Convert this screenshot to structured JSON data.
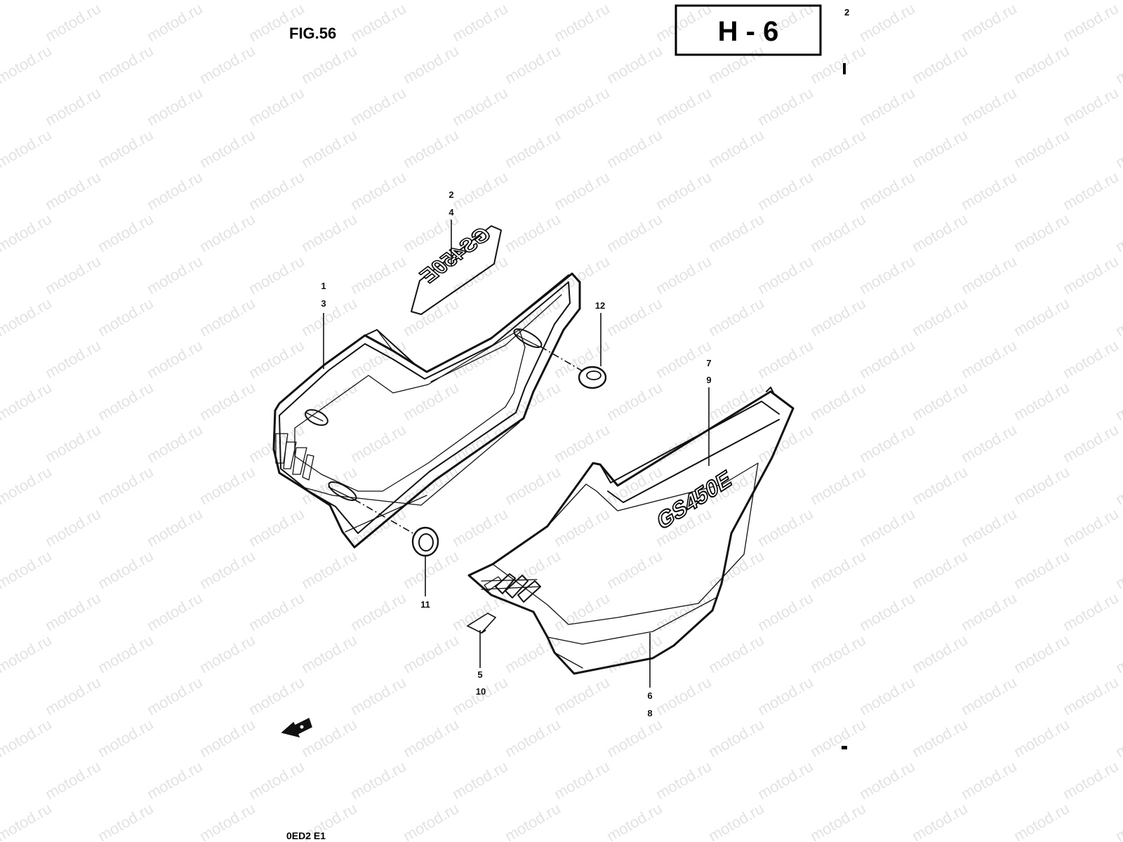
{
  "figure": {
    "fig_label": "FIG.56",
    "section_code": "H - 6",
    "footer_code": "0ED2 E1",
    "right_edge_mark": "2"
  },
  "watermark": {
    "text": "motod.ru"
  },
  "callouts": [
    {
      "id": "c-1-3",
      "lines": [
        "1",
        "3"
      ]
    },
    {
      "id": "c-2-4",
      "lines": [
        "2",
        "4"
      ]
    },
    {
      "id": "c-12",
      "lines": [
        "12"
      ]
    },
    {
      "id": "c-7-9",
      "lines": [
        "7",
        "9"
      ]
    },
    {
      "id": "c-11",
      "lines": [
        "11"
      ]
    },
    {
      "id": "c-5-10",
      "lines": [
        "5",
        "10"
      ]
    },
    {
      "id": "c-6-8",
      "lines": [
        "6",
        "8"
      ]
    }
  ],
  "emblems": {
    "upper_badge": "GS450E",
    "lower_badge": "GS450E"
  },
  "icons": {
    "front_arrow": "front-direction-arrow-icon"
  }
}
